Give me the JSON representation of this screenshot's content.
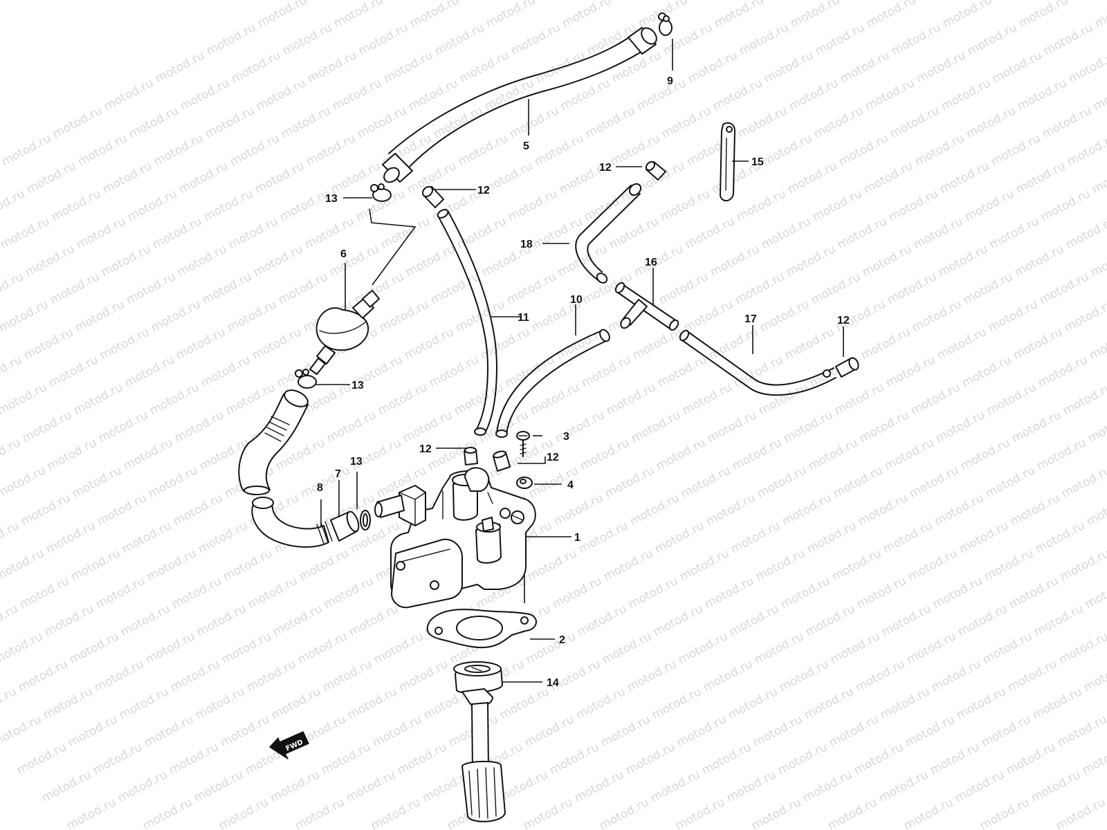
{
  "watermark": {
    "text": "motod.ru"
  },
  "direction_marker": {
    "text": "FWD"
  },
  "callouts": [
    {
      "id": "c1",
      "label": "1"
    },
    {
      "id": "c2",
      "label": "2"
    },
    {
      "id": "c3",
      "label": "3"
    },
    {
      "id": "c4",
      "label": "4"
    },
    {
      "id": "c5",
      "label": "5"
    },
    {
      "id": "c6",
      "label": "6"
    },
    {
      "id": "c7",
      "label": "7"
    },
    {
      "id": "c8",
      "label": "8"
    },
    {
      "id": "c9",
      "label": "9"
    },
    {
      "id": "c10",
      "label": "10"
    },
    {
      "id": "c11",
      "label": "11"
    },
    {
      "id": "c12a",
      "label": "12"
    },
    {
      "id": "c12b",
      "label": "12"
    },
    {
      "id": "c12c",
      "label": "12"
    },
    {
      "id": "c12d",
      "label": "12"
    },
    {
      "id": "c12e",
      "label": "12"
    },
    {
      "id": "c13a",
      "label": "13"
    },
    {
      "id": "c13b",
      "label": "13"
    },
    {
      "id": "c13c",
      "label": "13"
    },
    {
      "id": "c14",
      "label": "14"
    },
    {
      "id": "c15",
      "label": "15"
    },
    {
      "id": "c16",
      "label": "16"
    },
    {
      "id": "c17",
      "label": "17"
    },
    {
      "id": "c18",
      "label": "18"
    }
  ]
}
